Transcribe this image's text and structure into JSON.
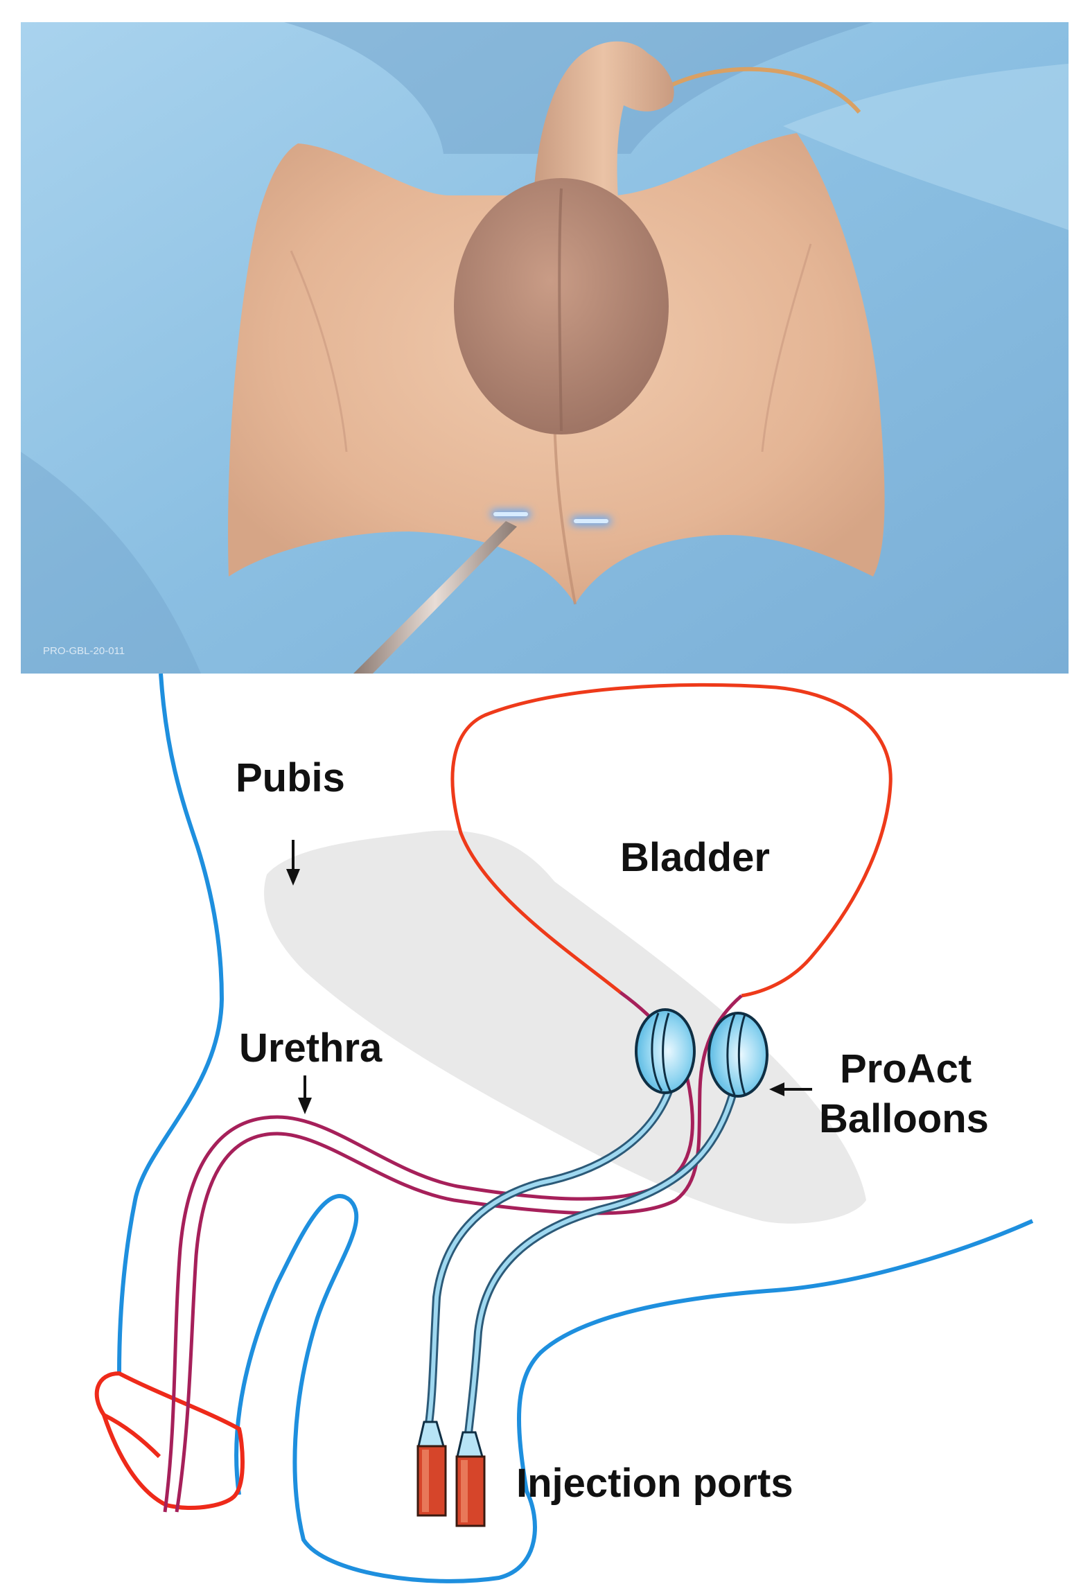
{
  "photo": {
    "code": "PRO-GBL-20-011"
  },
  "diagram": {
    "labels": {
      "pubis": "Pubis",
      "bladder": "Bladder",
      "urethra": "Urethra",
      "balloons_line1": "ProAct",
      "balloons_line2": "Balloons",
      "ports": "Injection ports"
    }
  },
  "colors": {
    "drape": "#8ec4e6",
    "skin": "#e9bfa1",
    "outline_blue": "#1e8fde",
    "bladder_red": "#ee3a1a",
    "urethra_purple": "#a6205a",
    "balloon_fill": "#6cc6ea",
    "port_orange": "#d6452a"
  }
}
